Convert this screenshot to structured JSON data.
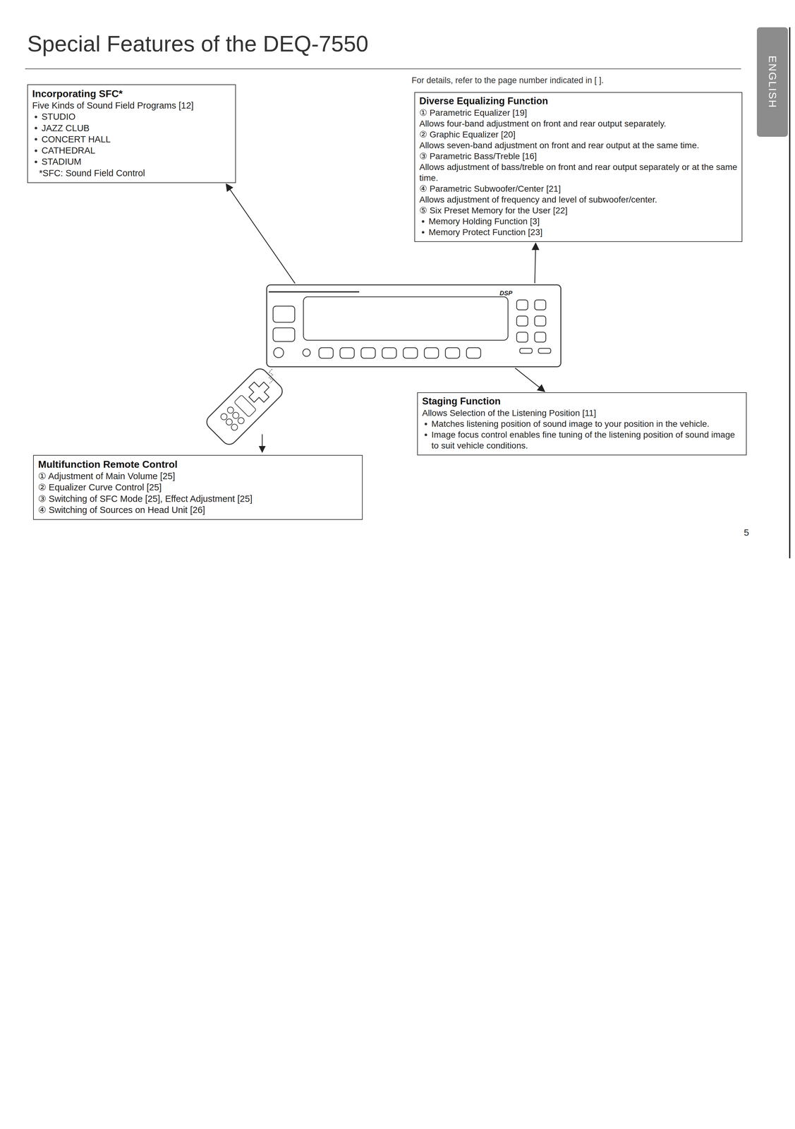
{
  "diagram": {
    "title": "Special Features of the DEQ-7550",
    "nodes": [
      {
        "text": [
          "Incorporating SFC*",
          "Five Kinds of Sound Field Programs [12]",
          "STUDIO",
          "JAZZ CLUB",
          "CONCERT HALL",
          "CATHEDRAL",
          "STADIUM",
          "*SFC: Sound Field Control"
        ]
      },
      {
        "text": [
          "Diverse Equalizing Function",
          "① Parametric Equalizer [19]",
          "Allows four-band adjustment on front and rear output separately.",
          "② Graphic Equalizer [20]",
          "Allows seven-band adjustment on front and rear output at the same time.",
          "③ Parametric Bass/Treble [16]",
          "Allows adjustment of bass/treble on front and rear output separately or at the same time.",
          "④ Parametric Subwoofer/Center [21]",
          "Allows adjustment of frequency and level of subwoofer/center.",
          "⑤ Six Preset Memory for the User [22]",
          "Memory Holding Function [3]",
          "Memory Protect Function [23]"
        ]
      },
      {
        "text": [
          "DSP"
        ]
      },
      {
        "text": [
          "Staging Function",
          "Allows Selection of the Listening Position [11]",
          "Matches listening position of sound image to your position in the vehicle.",
          "Image focus control enables fine tuning of the listening position of sound image to suit vehicle conditions."
        ]
      },
      {
        "text": [
          "Multifunction Remote Control",
          "① Adjustment of Main Volume [25]",
          "② Equalizer Curve Control [25]",
          "③ Switching of SFC Mode [25], Effect Adjustment [25]",
          "④ Switching of Sources on Head Unit [26]"
        ]
      }
    ],
    "edges": [
      {
        "from": 2,
        "to": 0,
        "arrow": "to"
      },
      {
        "from": 2,
        "to": 1,
        "arrow": "to"
      },
      {
        "from": 2,
        "to": 3,
        "arrow": "to"
      }
    ],
    "labels": [
      "For details, refer to the page number indicated in [ ].",
      "ENGLISH",
      "5"
    ]
  }
}
